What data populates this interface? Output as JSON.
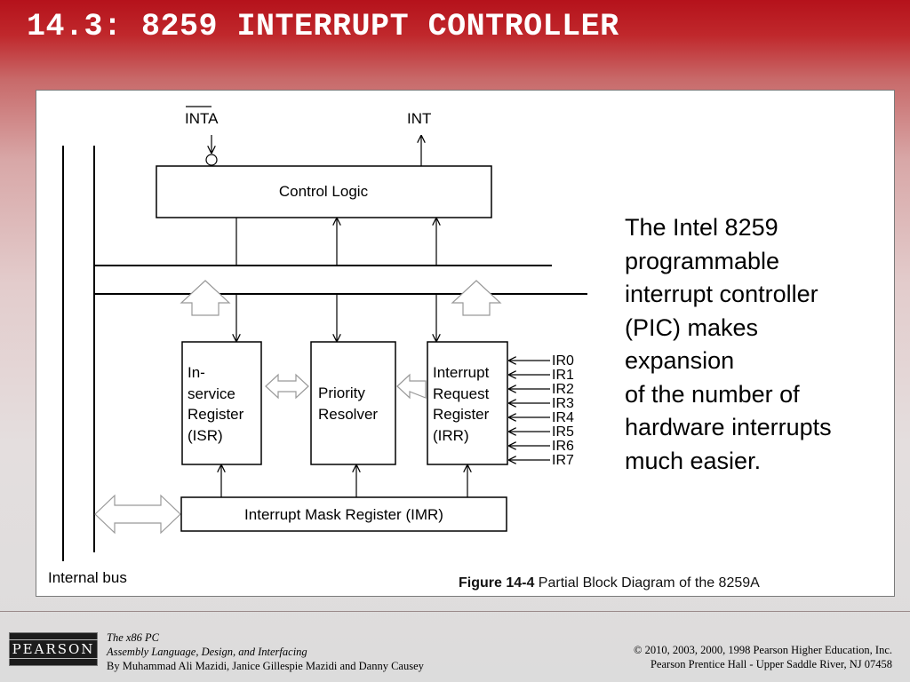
{
  "slide": {
    "title": "14.3: 8259 INTERRUPT CONTROLLER"
  },
  "diagram": {
    "signals": {
      "inta": "INTA",
      "int": "INT"
    },
    "blocks": {
      "control_logic": "Control Logic",
      "isr": [
        "In-",
        "service",
        "Register",
        "(ISR)"
      ],
      "priority_resolver": [
        "Priority",
        "Resolver"
      ],
      "irr": [
        "Interrupt",
        "Request",
        "Register",
        "(IRR)"
      ],
      "imr": "Interrupt Mask Register (IMR)"
    },
    "ir_lines": [
      "IR0",
      "IR1",
      "IR2",
      "IR3",
      "IR4",
      "IR5",
      "IR6",
      "IR7"
    ],
    "internal_bus": "Internal bus"
  },
  "description": "The Intel 8259\nprogrammable\ninterrupt controller\n(PIC) makes\nexpansion\nof the number of\nhardware interrupts\nmuch easier.",
  "caption": {
    "label": "Figure 14-4",
    "text": " Partial Block Diagram of the 8259A"
  },
  "footer": {
    "logo": "PEARSON",
    "book_title": "The x86 PC",
    "book_subtitle": "Assembly Language, Design, and Interfacing",
    "authors": "By Muhammad Ali Mazidi, Janice Gillespie Mazidi and Danny Causey",
    "copyright": "© 2010, 2003, 2000, 1998 Pearson Higher Education, Inc.",
    "publisher": "Pearson Prentice Hall - Upper Saddle River, NJ 07458"
  }
}
